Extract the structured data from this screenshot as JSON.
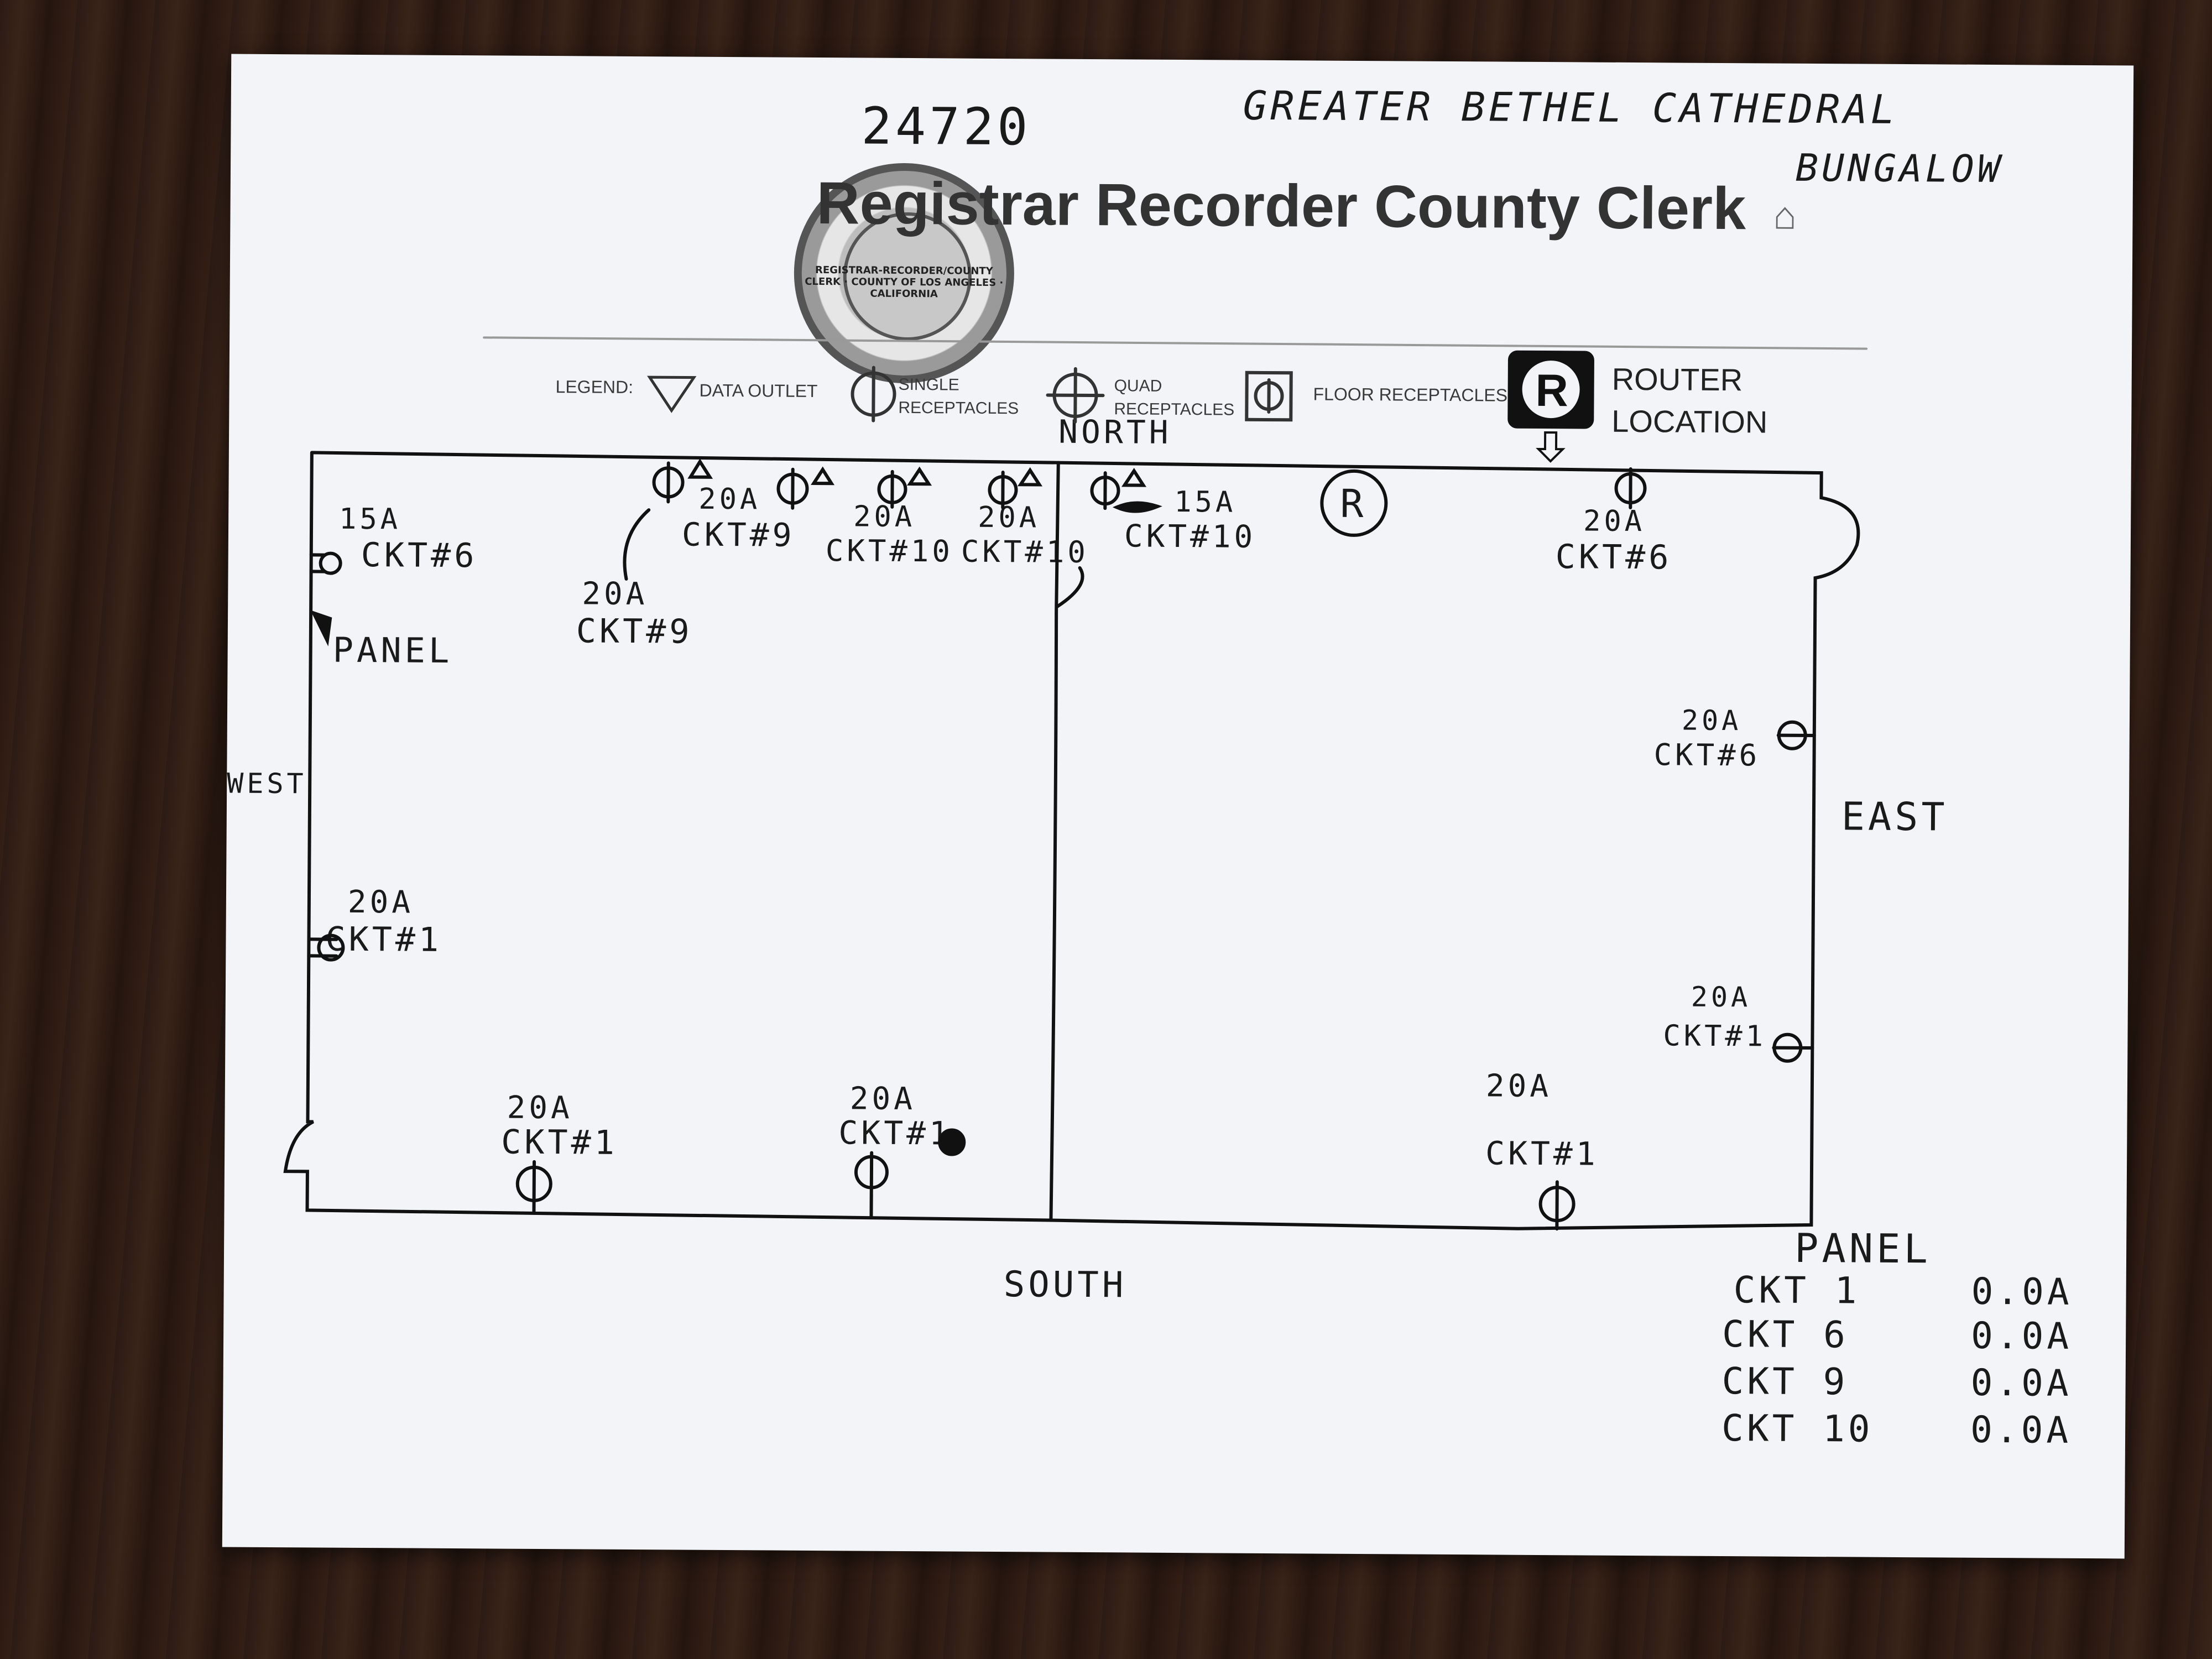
{
  "header": {
    "number": "24720",
    "church": "GREATER  BETHEL  CATHEDRAL",
    "building": "BUNGALOW",
    "agency_title": "Registrar Recorder County Clerk",
    "seal_text": "REGISTRAR-RECORDER/COUNTY CLERK · COUNTY OF LOS ANGELES · CALIFORNIA",
    "home_icon": "home-icon"
  },
  "legend": {
    "label": "LEGEND:",
    "items": [
      {
        "label": "DATA OUTLET",
        "icon": "triangle-icon"
      },
      {
        "label": "SINGLE RECEPTACLES",
        "icon": "single-receptacle-icon"
      },
      {
        "label": "QUAD RECEPTACLES",
        "icon": "quad-receptacle-icon"
      },
      {
        "label": "FLOOR RECEPTACLES",
        "icon": "floor-receptacle-icon"
      },
      {
        "label": "ROUTER LOCATION",
        "icon": "router-icon"
      }
    ]
  },
  "directions": {
    "north": "NORTH",
    "south": "SOUTH",
    "east": "EAST",
    "west": "WEST"
  },
  "labels": {
    "west_top": [
      "15A",
      "CKT#6"
    ],
    "panel": "PANEL",
    "west_mid": [
      "20A",
      "CKT#1"
    ],
    "north_1": [
      "20A",
      "CKT#9"
    ],
    "north_1b": [
      "20A",
      "CKT#9"
    ],
    "north_2": [
      "20A",
      "CKT#10"
    ],
    "north_3": [
      "20A",
      "CKT#10"
    ],
    "north_4": [
      "15A",
      "CKT#10"
    ],
    "router_mark": "R",
    "north_5": [
      "20A",
      "CKT#6"
    ],
    "east_1": [
      "20A",
      "CKT#6"
    ],
    "east_2": [
      "20A",
      "CKT#1"
    ],
    "south_1": [
      "20A",
      "CKT#1"
    ],
    "south_2": [
      "20A",
      "CKT#1"
    ],
    "south_3": [
      "20A",
      "CKT#1"
    ]
  },
  "panel_table": {
    "title": "PANEL",
    "rows": [
      {
        "ckt": "CKT  1",
        "amps": "0.0A"
      },
      {
        "ckt": "CKT  6",
        "amps": "0.0A"
      },
      {
        "ckt": "CKT  9",
        "amps": "0.0A"
      },
      {
        "ckt": "CKT 10",
        "amps": "0.0A"
      }
    ]
  }
}
